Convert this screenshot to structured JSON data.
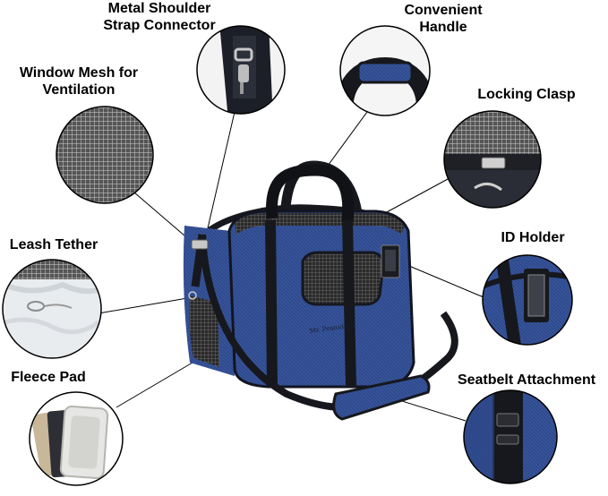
{
  "labels": {
    "metal_shoulder_strap_connector": "Metal Shoulder\nStrap Connector",
    "convenient_handle": "Convenient\nHandle",
    "window_mesh": "Window Mesh for\nVentilation",
    "locking_clasp": "Locking Clasp",
    "leash_tether": "Leash Tether",
    "id_holder": "ID Holder",
    "fleece_pad": "Fleece Pad",
    "seatbelt_attachment": "Seatbelt Attachment"
  },
  "product": {
    "brand_text": "Mr. Peanut's"
  },
  "colors": {
    "bag_navy": "#2f4a8c",
    "bag_dark": "#1e2f5e",
    "strap_black": "#16181d",
    "mesh_gray": "#8a8a8a",
    "fleece_white": "#e9ecef",
    "metal_silver": "#c8c8c8"
  }
}
